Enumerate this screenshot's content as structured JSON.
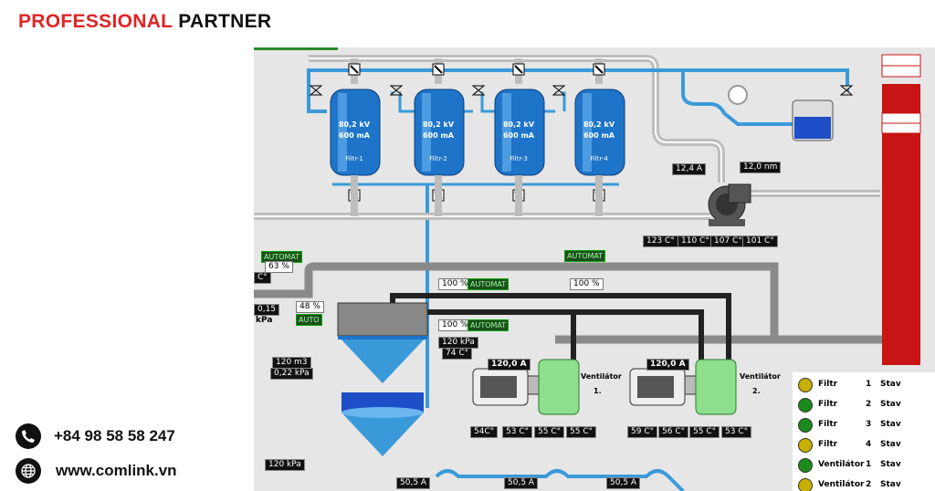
{
  "brand": {
    "word1": "PROFESSIONAL",
    "word2": "PARTNER"
  },
  "contact": {
    "phone": "+84 98 58 58 247",
    "website": "www.comlink.vn",
    "phone_icon": "phone-icon",
    "web_icon": "globe-icon"
  },
  "colors": {
    "brand_red": "#e02424",
    "pipe_blue": "#3a9ad9",
    "filter_blue": "#1e74c8",
    "chimney_red": "#c81414",
    "fan_green": "#8ee08e"
  },
  "filters": [
    {
      "voltage": "80,2 kV",
      "current": "600 mA",
      "name": "Filtr-1"
    },
    {
      "voltage": "80,2 kV",
      "current": "600 mA",
      "name": "Filtr-2"
    },
    {
      "voltage": "80,2 kV",
      "current": "600 mA",
      "name": "Filtr-3"
    },
    {
      "voltage": "80,2 kV",
      "current": "600 mA",
      "name": "Filtr-4"
    }
  ],
  "readouts": {
    "current_main": "12,4 A",
    "size": "12,0 nm",
    "temps_top": [
      "123 C°",
      "110 C°",
      "107 C°",
      "101 C°"
    ],
    "automat_left": "AUTOMAT",
    "pct_left": "63 %",
    "unit_c": "C°",
    "val_015": "0,15",
    "kpa": "kPa",
    "pct_48": "48 %",
    "auto": "AUTO",
    "automat_mid": "AUTOMAT",
    "pct_100_mid": "100 %",
    "pct_100_a": "100 %",
    "automat_a": "AUTOMAT",
    "pct_100_b": "100 %",
    "automat_b": "AUTOMAT",
    "press_120": "120 kPa",
    "temp_74": "74 C°",
    "vol": "120 m3",
    "press_022": "0,22 kPa",
    "press_bottom": "120 kPa",
    "amps_bottom": [
      "50,5 A",
      "50,5 A",
      "50,5 A"
    ]
  },
  "motors": [
    {
      "current": "120,0 A",
      "label": "Ventilátor",
      "num": "1.",
      "temps": [
        "54C°",
        "53 C°",
        "55 C°",
        "55 C°"
      ]
    },
    {
      "current": "120,0 A",
      "label": "Ventilátor",
      "num": "2.",
      "temps": [
        "59 C°",
        "56 C°",
        "55 C°",
        "53 C°"
      ]
    }
  ],
  "status_list": [
    {
      "label": "Filtr",
      "num": "1",
      "stav": "Stav",
      "led": "yellow"
    },
    {
      "label": "Filtr",
      "num": "2",
      "stav": "Stav",
      "led": "green"
    },
    {
      "label": "Filtr",
      "num": "3",
      "stav": "Stav",
      "led": "green"
    },
    {
      "label": "Filtr",
      "num": "4",
      "stav": "Stav",
      "led": "yellow"
    },
    {
      "label": "Ventilátor",
      "num": "1",
      "stav": "Stav",
      "led": "green"
    },
    {
      "label": "Ventilátor",
      "num": "2",
      "stav": "Stav",
      "led": "yellow"
    }
  ]
}
